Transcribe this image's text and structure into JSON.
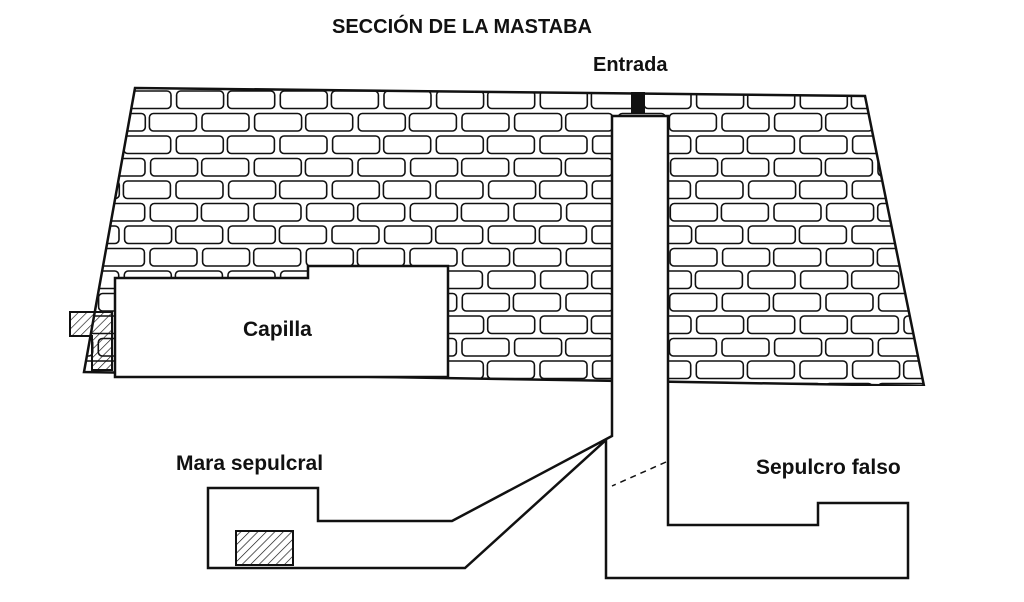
{
  "title": "SECCIÓN DE LA MASTABA",
  "labels": {
    "entrance": "Entrada",
    "chapel": "Capilla",
    "burial_chamber": "Mara sepulcral",
    "false_tomb": "Sepulcro falso"
  },
  "colors": {
    "ink": "#111111",
    "paper": "#ffffff"
  }
}
